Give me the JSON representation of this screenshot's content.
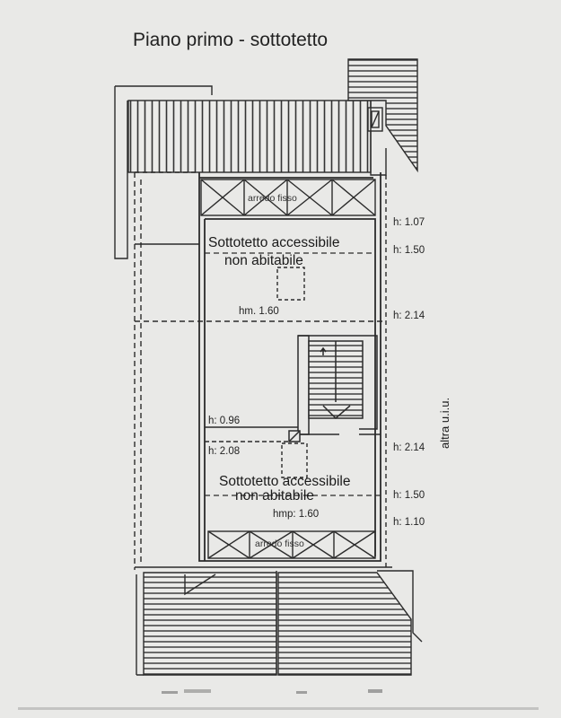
{
  "title": "Piano primo - sottotetto",
  "rooms": [
    {
      "name": "Sottotetto accessibile",
      "sub": "non abitabile",
      "avg_height": "hm. 1.60"
    },
    {
      "name": "Sottotetto accessibile",
      "sub": "non abitabile",
      "avg_height": "hmp: 1.60"
    }
  ],
  "furniture": [
    "arredo fisso",
    "arredo fisso"
  ],
  "heights_right": [
    "h: 1.07",
    "h: 1.50",
    "h: 2.14",
    "h: 2.14",
    "h: 1.50",
    "h: 1.10"
  ],
  "heights_left": [
    "h: 0.96",
    "h: 2.08"
  ],
  "side_label": "altra u.i.u.",
  "colors": {
    "paper": "#e9e9e7",
    "ink": "#2b2b2b"
  }
}
